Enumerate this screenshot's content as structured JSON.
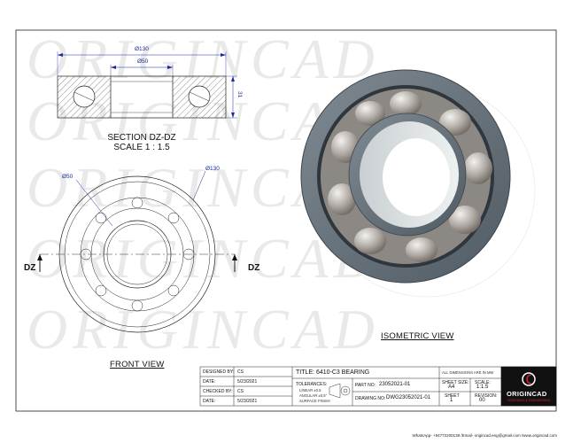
{
  "watermark": "ORIGINCAD",
  "section_view": {
    "dim_outer": "Ø130",
    "dim_inner": "Ø50",
    "dim_width": "31",
    "title_line1": "SECTION DZ-DZ",
    "title_line2": "SCALE 1 : 1.5"
  },
  "front_view": {
    "dim_inner": "Ø50",
    "dim_outer": "Ø130",
    "section_marker": "DZ",
    "label": "FRONT VIEW"
  },
  "isometric_view": {
    "label": "ISOMETRIC VIEW"
  },
  "title_block": {
    "designed_by_label": "DESIGNED BY:",
    "designed_by_value": "CS",
    "date_label": "DATE:",
    "date_value_1": "5/23/2021",
    "checked_by_label": "CHECKED BY:",
    "checked_by_value": "CS",
    "date_value_2": "5/23/2021",
    "title": "TITLE: 6410-C3  BEARING",
    "note": "ALL DIMENSIONS ARE IN MM",
    "tolerances_label": "TOLERANCES:",
    "tol_line1": "LINEAR ±0.5",
    "tol_line2": "ANGULAR ±0.5°",
    "tol_line3": "SURFACE FINISH",
    "part_no_label": "PART NO:",
    "part_no_value": "23052021-01",
    "drawing_no_label": "DRAWING NO:",
    "drawing_no_value": "DWG23052021-01",
    "sheet_size_label": "SHEET SIZE:",
    "sheet_size_value": "A4",
    "scale_label": "SCALE:",
    "scale_value": "1:1.5",
    "sheet_label": "SHEET",
    "sheet_value": "1",
    "revision_label": "REVISION:",
    "revision_value": "00",
    "logo_text": "ORIGINCAD",
    "logo_tagline": "DESIGNING & ENGINEERING"
  },
  "footer": "WhatsApp- +94772200138 /Email- origincad.eng@gmail.com /www.origincad.com",
  "colors": {
    "dimension": "#1a2a9a",
    "ring": "#6e7a84",
    "cage_ball": "#a9a6a2",
    "background": "#ffffff"
  }
}
